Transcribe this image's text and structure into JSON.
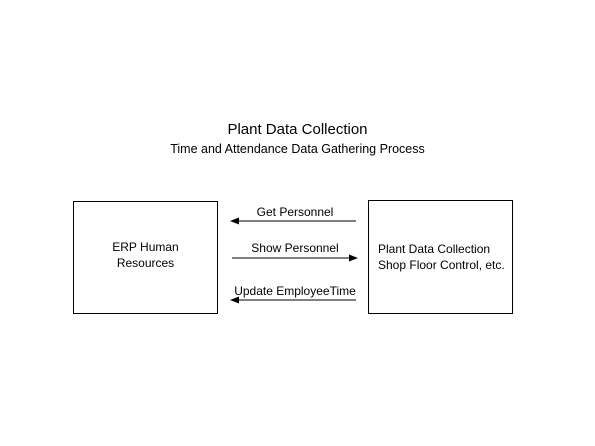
{
  "diagram": {
    "title": "Plant Data Collection",
    "subtitle": "Time and Attendance Data Gathering Process",
    "left_box": {
      "line1": "ERP Human",
      "line2": "Resources"
    },
    "right_box": {
      "line1": "Plant Data Collection",
      "line2": "Shop Floor Control, etc."
    },
    "arrows": {
      "get_personnel": "Get Personnel",
      "show_personnel": "Show Personnel",
      "update_employee_time": "Update EmployeeTime"
    }
  }
}
